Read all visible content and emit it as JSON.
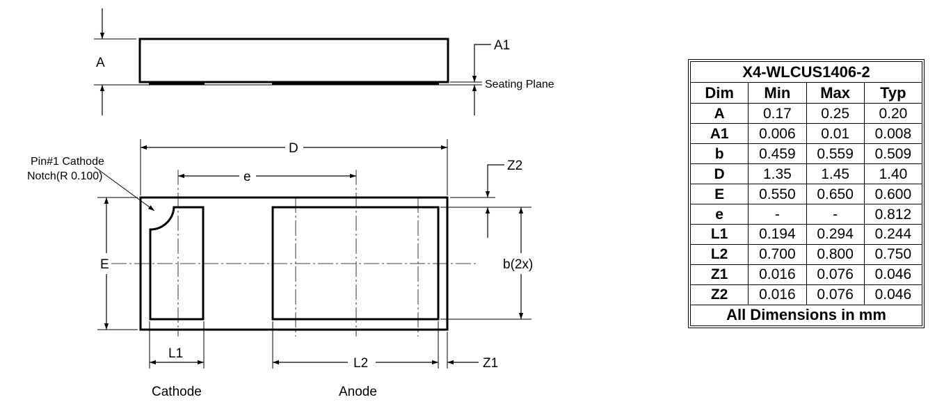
{
  "drawing": {
    "labels": {
      "A": "A",
      "A1": "A1",
      "seating_plane": "Seating Plane",
      "D": "D",
      "e": "e",
      "Z2": "Z2",
      "pin1_line1": "Pin#1 Cathode",
      "pin1_line2": "Notch(R 0.100)",
      "E": "E",
      "b": "b(2x)",
      "L1": "L1",
      "L2": "L2",
      "Z1": "Z1",
      "cathode": "Cathode",
      "anode": "Anode"
    }
  },
  "table": {
    "title": "X4-WLCUS1406-2",
    "headers": [
      "Dim",
      "Min",
      "Max",
      "Typ"
    ],
    "rows": [
      {
        "dim": "A",
        "min": "0.17",
        "max": "0.25",
        "typ": "0.20"
      },
      {
        "dim": "A1",
        "min": "0.006",
        "max": "0.01",
        "typ": "0.008"
      },
      {
        "dim": "b",
        "min": "0.459",
        "max": "0.559",
        "typ": "0.509"
      },
      {
        "dim": "D",
        "min": "1.35",
        "max": "1.45",
        "typ": "1.40"
      },
      {
        "dim": "E",
        "min": "0.550",
        "max": "0.650",
        "typ": "0.600"
      },
      {
        "dim": "e",
        "min": "-",
        "max": "-",
        "typ": "0.812"
      },
      {
        "dim": "L1",
        "min": "0.194",
        "max": "0.294",
        "typ": "0.244"
      },
      {
        "dim": "L2",
        "min": "0.700",
        "max": "0.800",
        "typ": "0.750"
      },
      {
        "dim": "Z1",
        "min": "0.016",
        "max": "0.076",
        "typ": "0.046"
      },
      {
        "dim": "Z2",
        "min": "0.016",
        "max": "0.076",
        "typ": "0.046"
      }
    ],
    "footer": "All Dimensions in mm"
  }
}
